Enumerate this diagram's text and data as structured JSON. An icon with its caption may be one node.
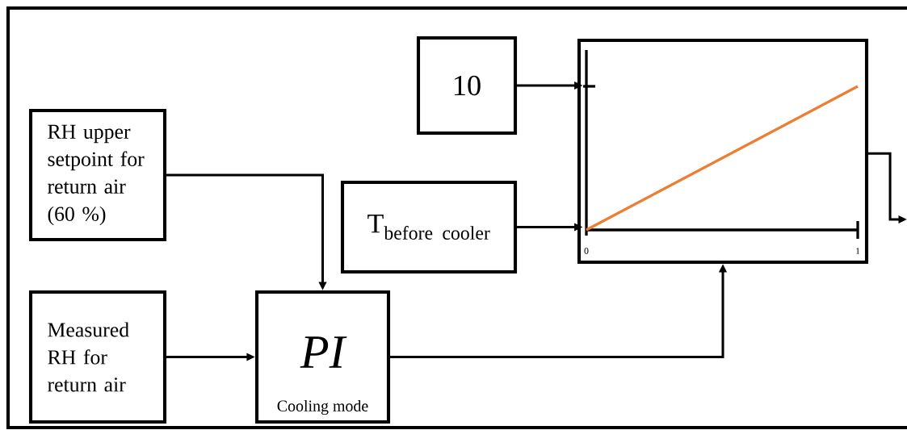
{
  "diagram": {
    "nodes": [
      {
        "text": [
          "RH upper setpoint for return air (60 %)"
        ]
      },
      {
        "text": [
          "Measured RH for return air"
        ]
      },
      {
        "text": [
          "PI",
          "Cooling mode"
        ]
      },
      {
        "text": [
          "10"
        ]
      },
      {
        "text": [
          "\\mathrm{T}_{\\mathrm{before\\ cooler}}"
        ]
      },
      {
        "text": [
          "0",
          "1"
        ]
      }
    ],
    "edges": [
      {
        "from": 0,
        "to": 2,
        "arrow": "to"
      },
      {
        "from": 1,
        "to": 2,
        "arrow": "to"
      },
      {
        "from": 2,
        "to": 5,
        "arrow": "to"
      },
      {
        "from": 3,
        "to": 5,
        "arrow": "to"
      },
      {
        "from": 4,
        "to": 5,
        "arrow": "to"
      },
      {
        "from": 5,
        "to": null,
        "arrow": "to"
      }
    ]
  }
}
